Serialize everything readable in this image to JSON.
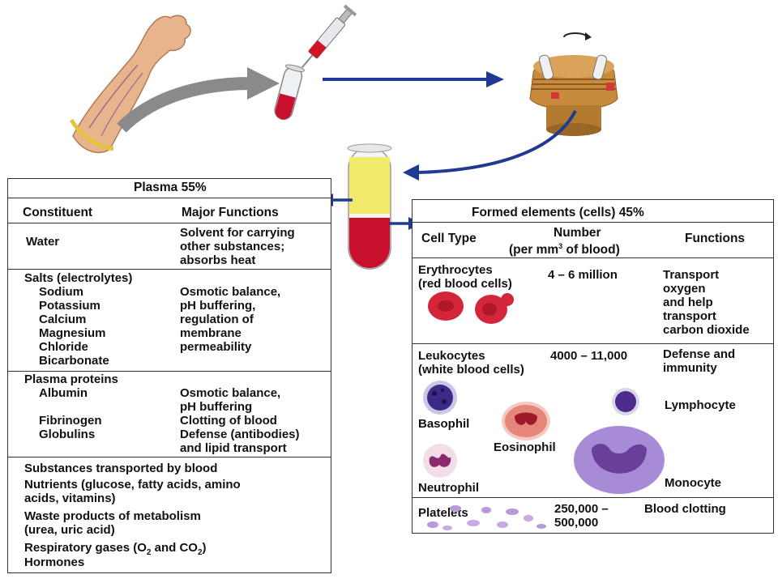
{
  "plasma": {
    "title": "Plasma 55%",
    "col_constituent": "Constituent",
    "col_functions": "Major Functions",
    "water": {
      "name": "Water",
      "functions": [
        "Solvent for carrying",
        "other substances;",
        "absorbs heat"
      ]
    },
    "salts": {
      "name": "Salts (electrolytes)",
      "items": [
        "Sodium",
        "Potassium",
        "Calcium",
        "Magnesium",
        "Chloride",
        "Bicarbonate"
      ],
      "functions": [
        "Osmotic balance,",
        "pH buffering,",
        "regulation of",
        "membrane",
        "permeability"
      ]
    },
    "proteins": {
      "name": "Plasma proteins",
      "albumin": "Albumin",
      "albumin_functions": [
        "Osmotic balance,",
        "pH buffering"
      ],
      "fibrinogen": "Fibrinogen",
      "fibrinogen_function": "Clotting of blood",
      "globulins": "Globulins",
      "globulins_functions": [
        "Defense (antibodies)",
        "and lipid transport"
      ]
    },
    "transported": {
      "heading": "Substances transported by blood",
      "nutrients": [
        "Nutrients (glucose, fatty acids, amino",
        "acids, vitamins)"
      ],
      "waste": [
        "Waste products of metabolism",
        "(urea, uric acid)"
      ],
      "gases_prefix": "Respiratory gases (O",
      "gases_sub1": "2",
      "gases_mid": " and CO",
      "gases_sub2": "2",
      "gases_suffix": ")",
      "hormones": "Hormones"
    }
  },
  "formed": {
    "title": "Formed elements (cells) 45%",
    "col_cell_type": "Cell Type",
    "col_number_1": "Number",
    "col_number_2_prefix": "(per mm",
    "col_number_2_sup": "3",
    "col_number_2_suffix": " of blood)",
    "col_functions": "Functions",
    "erythrocytes": {
      "name": [
        "Erythrocytes",
        "(red blood cells)"
      ],
      "number": "4 – 6 million",
      "functions": [
        "Transport",
        "oxygen",
        "and help",
        "transport",
        "carbon dioxide"
      ]
    },
    "leukocytes": {
      "name": [
        "Leukocytes",
        "(white blood cells)"
      ],
      "number": "4000 – 11,000",
      "functions": [
        "Defense and",
        "immunity"
      ],
      "basophil": "Basophil",
      "eosinophil": "Eosinophil",
      "neutrophil": "Neutrophil",
      "lymphocyte": "Lymphocyte",
      "monocyte": "Monocyte"
    },
    "platelets": {
      "name": "Platelets",
      "number": [
        "250,000 –",
        "500,000"
      ],
      "function": "Blood clotting"
    }
  },
  "colors": {
    "arrow_blue": "#1f3a93",
    "blood_red": "#c8102e",
    "plasma_yellow": "#f2ea6a",
    "centrifuge_tan": "#c88a3c",
    "white_cell_purple": "#6a3f9c"
  },
  "icons": [
    "arm-icon",
    "syringe-icon",
    "blood-tube-icon",
    "centrifuge-icon",
    "separated-tube-icon",
    "rbc-icon",
    "basophil-icon",
    "eosinophil-icon",
    "neutrophil-icon",
    "lymphocyte-icon",
    "monocyte-icon",
    "platelet-icon"
  ]
}
